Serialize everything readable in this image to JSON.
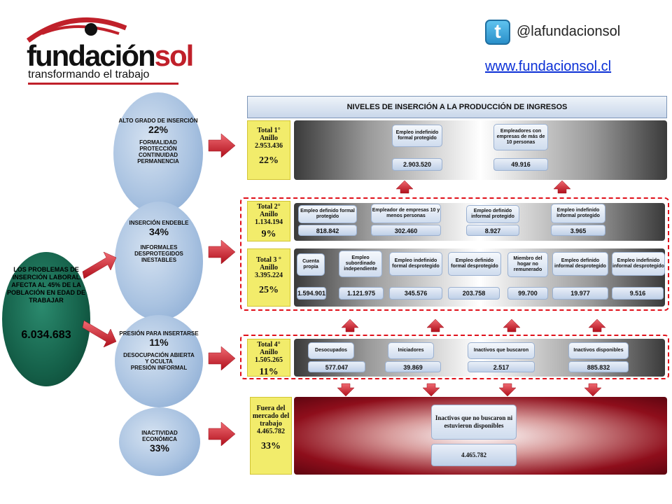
{
  "header": {
    "logo_brand_main": "fundación",
    "logo_brand_accent": "sol",
    "logo_tagline": "transformando el trabajo",
    "twitter_handle": "@lafundacionsol",
    "website": "www.fundacionsol.cl"
  },
  "colors": {
    "brand_red": "#c0202a",
    "link_blue": "#0a2fd6",
    "ring_yellow": "#f2ec6b",
    "dashed_red": "#e0101a"
  },
  "main_problem": {
    "label": "LOS PROBLEMAS DE INSERCIÓN LABORAL AFECTA AL 45% DE LA POBLACIÓN EN EDAD DE TRABAJAR",
    "value": "6.034.683"
  },
  "left_ovals": [
    {
      "title": "ALTO GRADO DE INSERCIÓN",
      "pct": "22%",
      "desc": [
        "FORMALIDAD",
        "PROTECCIÓN",
        "CONTINUIDAD",
        "PERMANENCIA"
      ]
    },
    {
      "title": "INSERCIÓN ENDEBLE",
      "pct": "34%",
      "desc": [
        "INFORMALES",
        "DESPROTEGIDOS",
        "INESTABLES"
      ]
    },
    {
      "title": "PRESIÓN PARA INSERTARSE",
      "pct": "11%",
      "desc": [
        "DESOCUPACIÓN ABIERTA",
        "Y OCULTA",
        "PRESIÓN INFORMAL"
      ]
    },
    {
      "title": "INACTIVIDAD ECONÓMICA",
      "pct": "33%",
      "desc": []
    }
  ],
  "title": "NIVELES DE INSERCIÓN A LA PRODUCCIÓN DE INGRESOS",
  "rings": [
    {
      "label": "Total 1° Anillo",
      "total": "2.953.436",
      "pct": "22%",
      "items": [
        {
          "label": "Empleo indefinido formal protegido",
          "value": "2.903.520"
        },
        {
          "label": "Empleadores con empresas de más de 10 personas",
          "value": "49.916"
        }
      ]
    },
    {
      "label": "Total 2° Anillo",
      "total": "1.134.194",
      "pct": "9%",
      "items": [
        {
          "label": "Empleo definido formal protegido",
          "value": "818.842"
        },
        {
          "label": "Empleador de empresas 10 y menos personas",
          "value": "302.460"
        },
        {
          "label": "Empleo definido informal protegido",
          "value": "8.927"
        },
        {
          "label": "Empleo indefinido informal protegido",
          "value": "3.965"
        }
      ]
    },
    {
      "label": "Total 3 ° Anillo",
      "total": "3.395.224",
      "pct": "25%",
      "items": [
        {
          "label": "Cuenta propia",
          "value": "1.594.901"
        },
        {
          "label": "Empleo subordinado independiente",
          "value": "1.121.975"
        },
        {
          "label": "Empleo indefinido formal desprotegido",
          "value": "345.576"
        },
        {
          "label": "Empleo definido formal desprotegido",
          "value": "203.758"
        },
        {
          "label": "Miembro del hogar no remunerado",
          "value": "99.700"
        },
        {
          "label": "Empleo definido informal desprotegido",
          "value": "19.977"
        },
        {
          "label": "Empleo indefinido informal desprotegido",
          "value": "9.516"
        }
      ]
    },
    {
      "label": "Total 4° Anillo",
      "total": "1.505.265",
      "pct": "11%",
      "items": [
        {
          "label": "Desocupados",
          "value": "577.047"
        },
        {
          "label": "Iniciadores",
          "value": "39.869"
        },
        {
          "label": "Inactivos que buscaron",
          "value": "2.517"
        },
        {
          "label": "Inactivos disponibles",
          "value": "885.832"
        }
      ]
    },
    {
      "label": "Fuera del mercado del trabajo",
      "total": "4.465.782",
      "pct": "33%",
      "items": [
        {
          "label": "Inactivos que no buscaron ni estuvieron disponibles",
          "value": "4.465.782"
        }
      ]
    }
  ]
}
